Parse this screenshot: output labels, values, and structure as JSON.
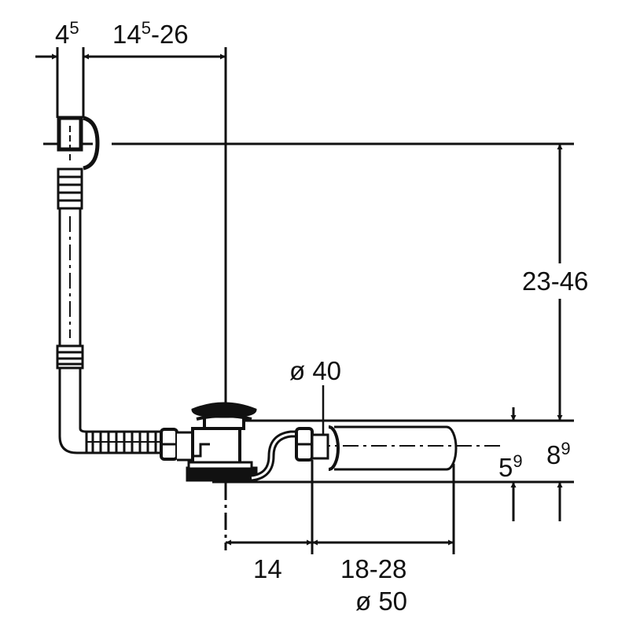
{
  "dimensions": {
    "overflow_width": {
      "base": "4",
      "sup": "5"
    },
    "overflow_offset": {
      "base": "14",
      "sup": "5",
      "rest": "-26"
    },
    "height_range": "23-46",
    "outlet_diameter_40": "ø 40",
    "drain_height_small": {
      "base": "5",
      "sup": "9"
    },
    "drain_height_total": {
      "base": "8",
      "sup": "9"
    },
    "outlet_offset": "14",
    "outlet_length": "18-28",
    "outlet_diameter_50": "ø 50"
  },
  "colors": {
    "ink": "#111111",
    "background": "#ffffff"
  }
}
